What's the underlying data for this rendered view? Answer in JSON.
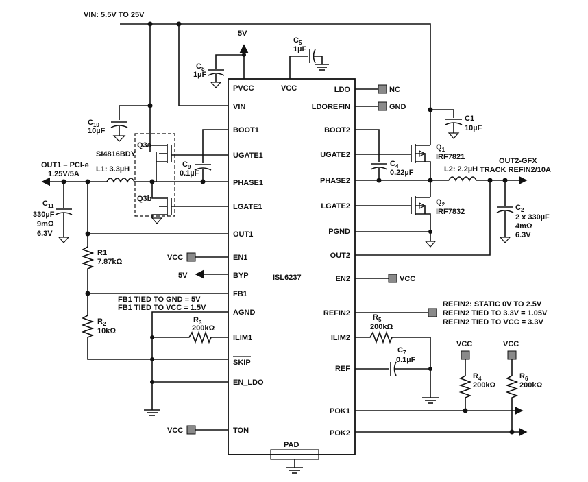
{
  "supply": {
    "vin": "VIN: 5.5V TO 25V",
    "v5": "5V"
  },
  "ic": {
    "name": "ISL6237",
    "left_pins": [
      "PVCC",
      "VIN",
      "BOOT1",
      "UGATE1",
      "PHASE1",
      "LGATE1",
      "OUT1",
      "EN1",
      "BYP",
      "FB1",
      "AGND",
      "ILIM1",
      "SKIP",
      "EN_LDO",
      "TON"
    ],
    "right_pins": [
      "LDO",
      "LDOREFIN",
      "BOOT2",
      "UGATE2",
      "PHASE2",
      "LGATE2",
      "PGND",
      "OUT2",
      "EN2",
      "REFIN2",
      "ILIM2",
      "REF",
      "POK1",
      "POK2"
    ],
    "top_pin": "VCC",
    "bottom_pin": "PAD"
  },
  "components": {
    "c5": {
      "ref": "C",
      "sub": "5",
      "value": "1µF"
    },
    "c8": {
      "ref": "C",
      "sub": "8",
      "value": "1µF"
    },
    "c10": {
      "ref": "C",
      "sub": "10",
      "value": "10µF"
    },
    "c1": {
      "ref": "C1",
      "value": "10µF"
    },
    "c9": {
      "ref": "C",
      "sub": "9",
      "value": "0.1µF"
    },
    "c4": {
      "ref": "C",
      "sub": "4",
      "value": "0.22µF"
    },
    "c11": {
      "ref": "C",
      "sub": "11",
      "value": "330µF",
      "esr": "9mΩ",
      "voltage": "6.3V"
    },
    "c2": {
      "ref": "C",
      "sub": "2",
      "value": "2 x 330µF",
      "esr": "4mΩ",
      "voltage": "6.3V"
    },
    "c7": {
      "ref": "C",
      "sub": "7",
      "value": "0.1µF"
    },
    "l1": {
      "label": "L1: 3.3µH"
    },
    "l2": {
      "label": "L2: 2.2µH"
    },
    "q1": {
      "ref": "Q",
      "sub": "1",
      "part": "IRF7821"
    },
    "q2": {
      "ref": "Q",
      "sub": "2",
      "part": "IRF7832"
    },
    "q3a": {
      "ref": "Q3a"
    },
    "q3b": {
      "ref": "Q3b"
    },
    "q3_part": "SI4816BDY",
    "r1": {
      "ref": "R1",
      "value": "7.87kΩ"
    },
    "r2": {
      "ref": "R",
      "sub": "2",
      "value": "10kΩ"
    },
    "r3": {
      "ref": "R",
      "sub": "3",
      "value": "200kΩ"
    },
    "r4": {
      "ref": "R",
      "sub": "4",
      "value": "200kΩ"
    },
    "r5": {
      "ref": "R",
      "sub": "5",
      "value": "200kΩ"
    },
    "r6": {
      "ref": "R",
      "sub": "6",
      "value": "200kΩ"
    }
  },
  "outputs": {
    "out1": {
      "name": "OUT1 – PCI-e",
      "spec": "1.25V/5A"
    },
    "out2": {
      "name": "OUT2-GFX",
      "spec": "TRACK REFIN2/10A"
    }
  },
  "pads": {
    "nc": "NC",
    "gnd": "GND",
    "vcc": "VCC",
    "v5": "5V"
  },
  "notes": {
    "fb1": [
      "FB1 TIED TO GND = 5V",
      "FB1 TIED TO VCC = 1.5V"
    ],
    "refin2": [
      "REFIN2: STATIC 0V TO 2.5V",
      "REFIN2 TIED TO 3.3V = 1.05V",
      "REFIN2 TIED TO VCC = 3.3V"
    ]
  }
}
